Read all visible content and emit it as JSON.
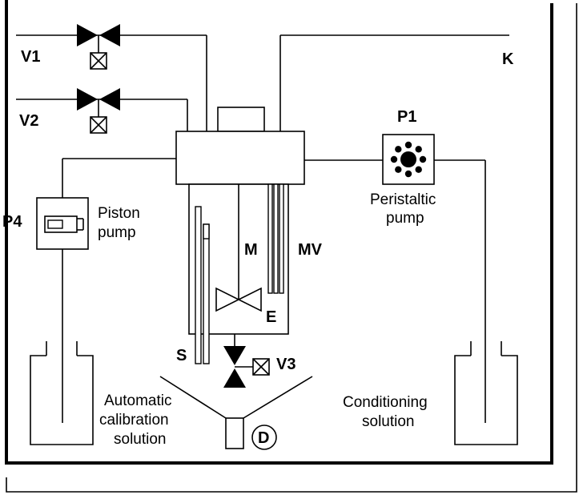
{
  "labels": {
    "v1": "V1",
    "v2": "V2",
    "v3": "V3",
    "k": "K",
    "p1": "P1",
    "p4": "P4",
    "m": "M",
    "mv": "MV",
    "e": "E",
    "s": "S",
    "d": "D"
  },
  "captions": {
    "peristaltic_line1": "Peristaltic",
    "peristaltic_line2": "pump",
    "piston_line1": "Piston",
    "piston_line2": "pump",
    "calib_line1": "Automatic",
    "calib_line2": "calibration",
    "calib_line3": "solution",
    "cond_line1": "Conditioning",
    "cond_line2": "solution"
  },
  "colors": {
    "line": "#000000",
    "background": "#ffffff"
  }
}
